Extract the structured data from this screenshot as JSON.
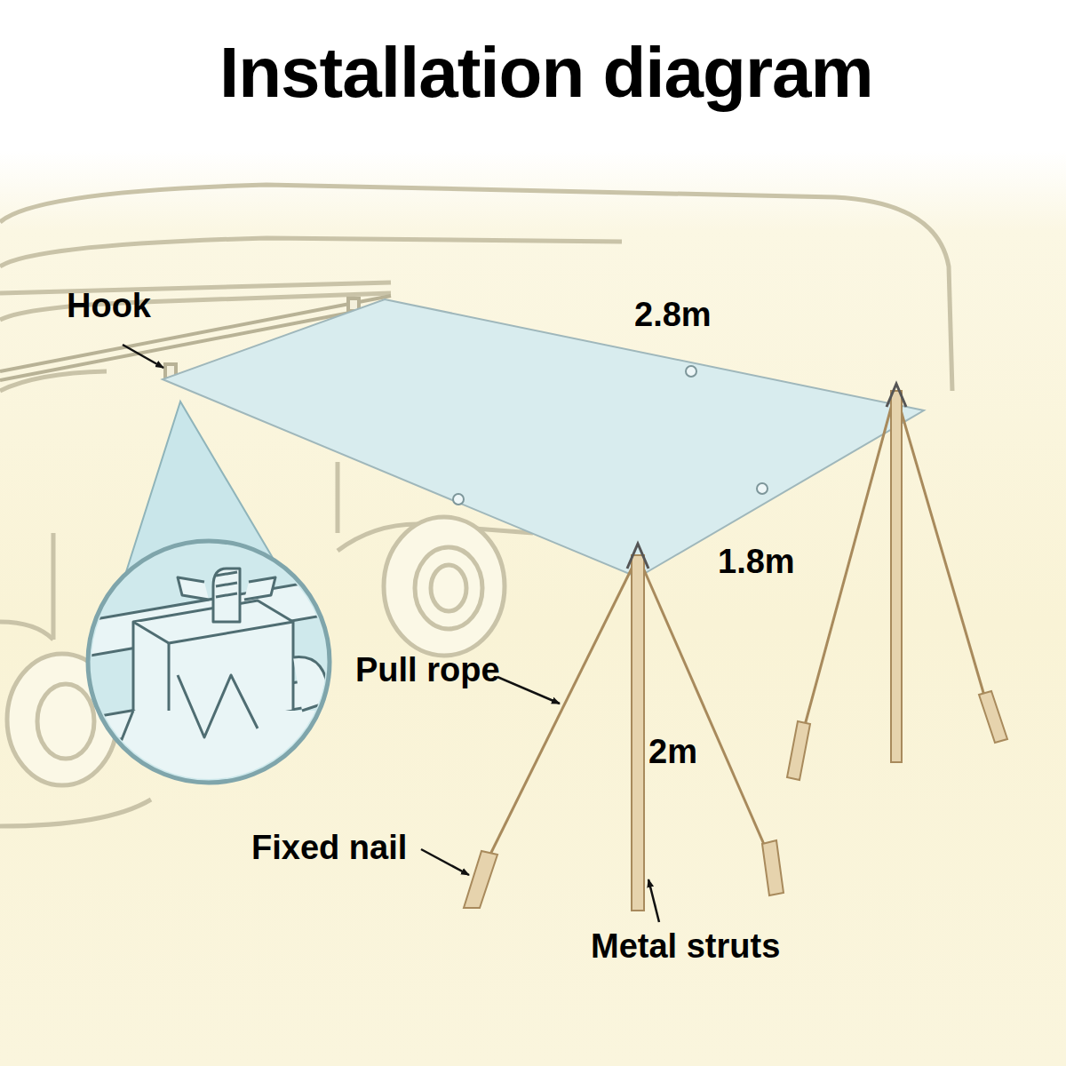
{
  "diagram": {
    "title": "Installation diagram",
    "labels": [
      "Hook",
      "2.8m",
      "1.8m",
      "Pull rope",
      "2m",
      "Fixed nail",
      "Metal struts"
    ]
  }
}
